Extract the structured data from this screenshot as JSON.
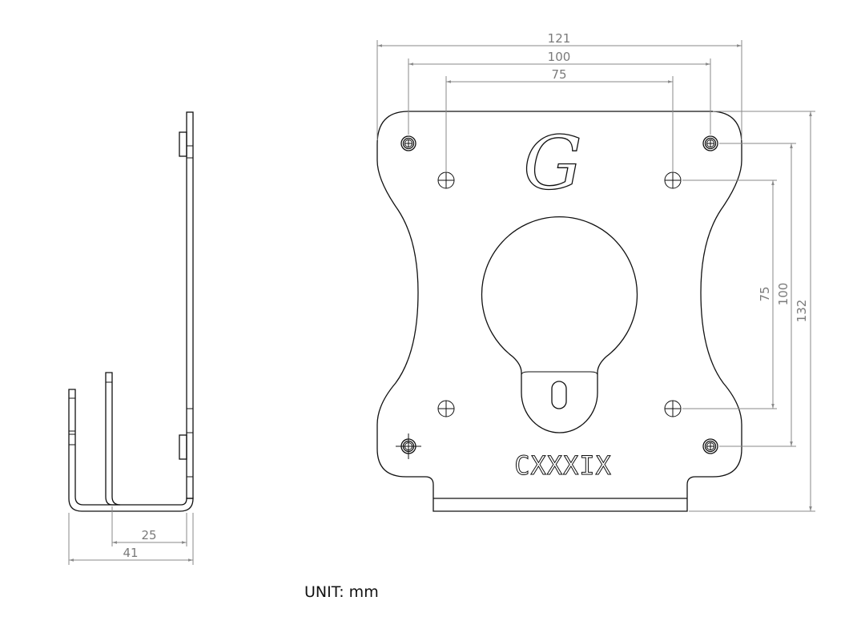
{
  "title": "Monitor mount adapter plate drawing",
  "unit_label": "UNIT: mm",
  "side_view": {
    "dimensions": {
      "inner_width": "25",
      "outer_width": "41"
    }
  },
  "front_view": {
    "logo_letter": "G",
    "engraving": "CXXXIX",
    "dimensions": {
      "width_overall": "121",
      "hole_spacing_outer_h": "100",
      "hole_spacing_inner_h": "75",
      "hole_spacing_inner_v": "75",
      "hole_spacing_outer_v": "100",
      "height_overall": "132"
    }
  },
  "colors": {
    "line": "#111111",
    "dimension": "#8a8a8a"
  }
}
